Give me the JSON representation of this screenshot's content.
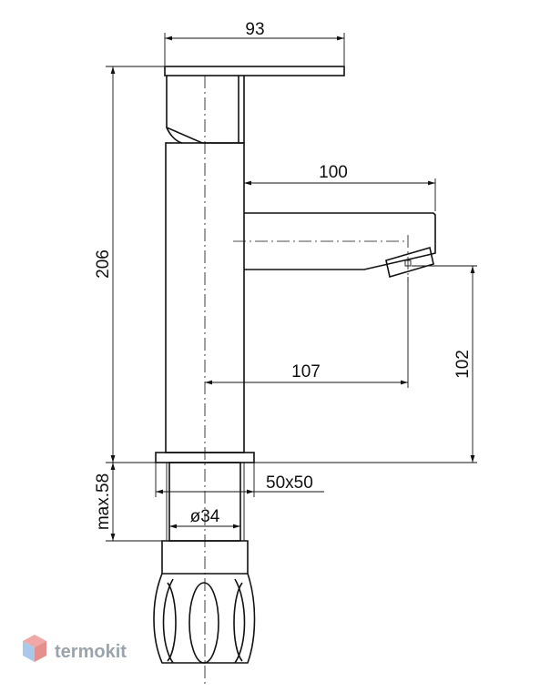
{
  "dimensions": {
    "top_width": "93",
    "spout_length": "100",
    "total_height": "206",
    "center_to_outlet": "107",
    "outlet_height": "102",
    "base_size": "50x50",
    "max_mount_thickness": "max.58",
    "shank_diameter": "ø34"
  },
  "watermark": {
    "brand": "termokit",
    "colors": {
      "logo_top": "#f2a7a7",
      "logo_left": "#a9c9ea",
      "logo_right": "#e58f8f",
      "text": "#9aa4ad"
    }
  }
}
